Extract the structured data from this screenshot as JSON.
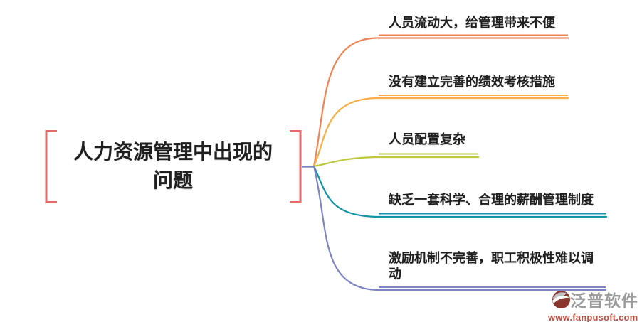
{
  "diagram": {
    "central_topic": "人力资源管理中出现的问题",
    "bracket_color": "#E56B6B",
    "connector_color": "#8088C4",
    "text_color": "#1F1F1F"
  },
  "branches": [
    {
      "label": "人员流动大，给管理带来不便",
      "color": "#EF8354"
    },
    {
      "label": "没有建立完善的绩效考核措施",
      "color": "#F6AE45"
    },
    {
      "label": "人员配置复杂",
      "color": "#BDC83A"
    },
    {
      "label": "缺乏一套科学、合理的薪酬管理制度",
      "color": "#1193A8"
    },
    {
      "label": "激励机制不完善，职工积极性难以调动",
      "color": "#7E84C6"
    }
  ],
  "watermark": {
    "brand": "泛普软件",
    "url": "www.fanpusoft.com",
    "brand_color": "#9B9B9B",
    "url_color": "#BB4F45",
    "icon_color": "#8A372E",
    "icon_accent": "#BFBFBF"
  }
}
